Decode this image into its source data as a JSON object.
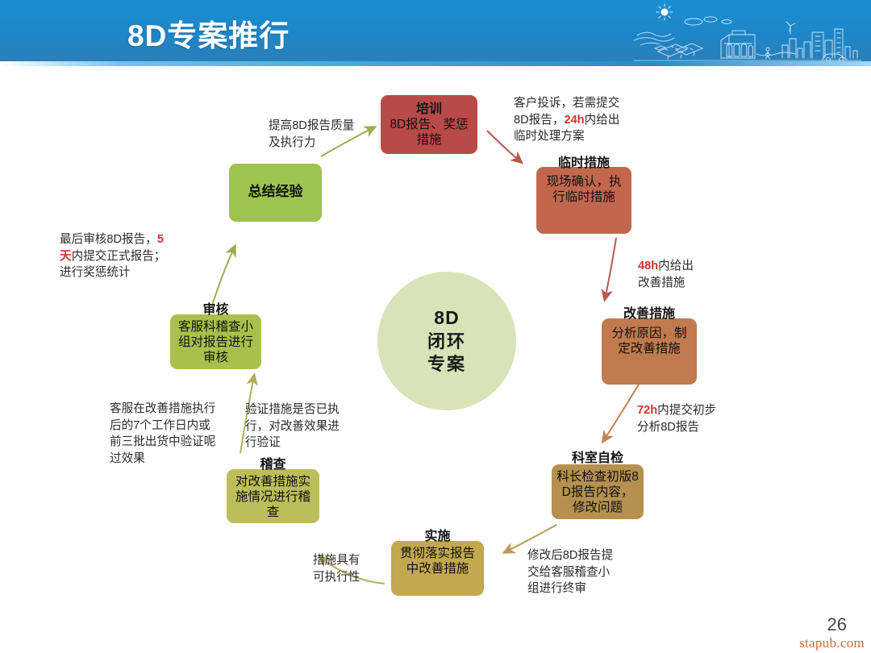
{
  "header": {
    "title": "8D专案推行",
    "art_icon": "cityscape-solar-line-art"
  },
  "center": {
    "line1": "8D",
    "line2": "闭环",
    "line3": "专案"
  },
  "nodes": [
    {
      "id": "training",
      "title": "培训",
      "body": "8D报告、奖惩措施",
      "color": "#b94a48"
    },
    {
      "id": "temporary-measure",
      "title": "临时措施",
      "body": "现场确认，执行临时措施",
      "color": "#c2674e"
    },
    {
      "id": "improvement-measure",
      "title": "改善措施",
      "body": "分析原因，制定改善措施",
      "color": "#c07a4d"
    },
    {
      "id": "department-self-check",
      "title": "科室自检",
      "body": "科长检查初版8D报告内容，修改问题",
      "color": "#b5904e"
    },
    {
      "id": "implementation",
      "title": "实施",
      "body": "贯彻落实报告中改善措施",
      "color": "#c3a84f"
    },
    {
      "id": "audit-inspection",
      "title": "稽查",
      "body": "对改善措施实施情况进行稽查",
      "color": "#bcbd5b"
    },
    {
      "id": "review",
      "title": "审核",
      "body": "客服科稽查小组对报告进行审核",
      "color": "#a8c14b"
    },
    {
      "id": "summary",
      "title": "",
      "body": "总结经验",
      "color": "#9dc44f"
    }
  ],
  "notes": [
    {
      "id": "note-complaint",
      "parts": [
        {
          "t": "客户投诉，若需提交",
          "hl": false
        },
        {
          "t": "8D报告，",
          "hl": false
        },
        {
          "t": "24h",
          "hl": true
        },
        {
          "t": "内给出",
          "hl": false
        },
        {
          "t": "临时处理方案",
          "hl": false
        }
      ]
    },
    {
      "id": "note-48h",
      "parts": [
        {
          "t": "48h",
          "hl": true
        },
        {
          "t": "内给出",
          "hl": false
        },
        {
          "t": "改善措施",
          "hl": false
        }
      ]
    },
    {
      "id": "note-72h",
      "parts": [
        {
          "t": "72h",
          "hl": true
        },
        {
          "t": "内提交初步",
          "hl": false
        },
        {
          "t": "分析8D报告",
          "hl": false
        }
      ]
    },
    {
      "id": "note-final-review",
      "parts": [
        {
          "t": "修改后8D报告提",
          "hl": false
        },
        {
          "t": "交给客服稽查小",
          "hl": false
        },
        {
          "t": "组进行终审",
          "hl": false
        }
      ]
    },
    {
      "id": "note-executable",
      "parts": [
        {
          "t": "措施具有",
          "hl": false
        },
        {
          "t": "可执行性",
          "hl": false
        }
      ]
    },
    {
      "id": "note-verify",
      "parts": [
        {
          "t": "验证措施是否已执",
          "hl": false
        },
        {
          "t": "行，对改善效果进",
          "hl": false
        },
        {
          "t": "行验证",
          "hl": false
        }
      ]
    },
    {
      "id": "note-customer-service",
      "parts": [
        {
          "t": "客服在改善措施执行",
          "hl": false
        },
        {
          "t": "后的7个工作日内或",
          "hl": false
        },
        {
          "t": "前三批出货中验证呢",
          "hl": false
        },
        {
          "t": "过效果",
          "hl": false
        }
      ]
    },
    {
      "id": "note-final-audit",
      "parts": [
        {
          "t": "最后审核8D报告，",
          "hl": false
        },
        {
          "t": "5",
          "hl": true
        },
        {
          "t": "天",
          "hl": true
        },
        {
          "t": "内提交正式报告；",
          "hl": false
        },
        {
          "t": "进行奖惩统计",
          "hl": false
        }
      ]
    },
    {
      "id": "note-quality",
      "parts": [
        {
          "t": "提高8D报告质量",
          "hl": false
        },
        {
          "t": "及执行力",
          "hl": false
        }
      ]
    }
  ],
  "footer": {
    "page_number": "26",
    "watermark": "stapub.com"
  },
  "colors": {
    "banner": "#1d88ca",
    "highlight": "#d2342c",
    "center_circle": "#d9e3b8"
  }
}
